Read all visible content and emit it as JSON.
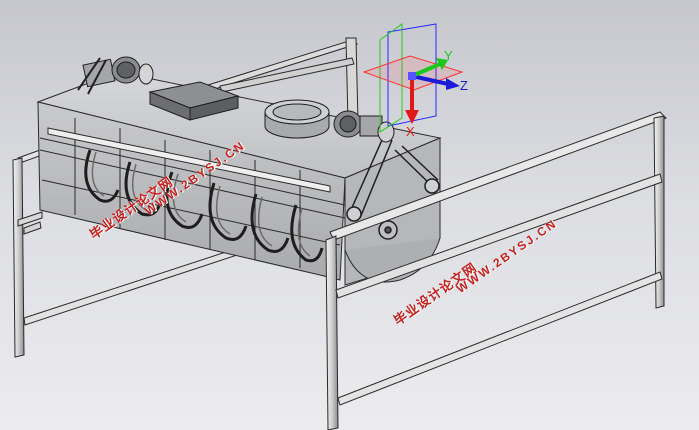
{
  "viewport": {
    "background_top": "#c6c7cd",
    "background_bottom": "#ececef"
  },
  "triad": {
    "axes": [
      {
        "label": "X",
        "color": "#e01818"
      },
      {
        "label": "Y",
        "color": "#1cc81c"
      },
      {
        "label": "Z",
        "color": "#1c1cd8"
      }
    ],
    "plane_colors": {
      "xy_plane": "#ff3030",
      "yz_plane": "#2828ff",
      "xz_plane": "#22cc22"
    }
  },
  "watermarks": [
    {
      "cn": "毕业设计论文网",
      "url": "WWW.2BYSJ.CN"
    },
    {
      "cn": "毕业设计论文网",
      "url": "WWW.2BYSJ.CN"
    }
  ],
  "colors": {
    "model_gray": "#c9cacc",
    "edge_dark": "#2a2a2a",
    "frame_light": "#e6e6e6"
  }
}
